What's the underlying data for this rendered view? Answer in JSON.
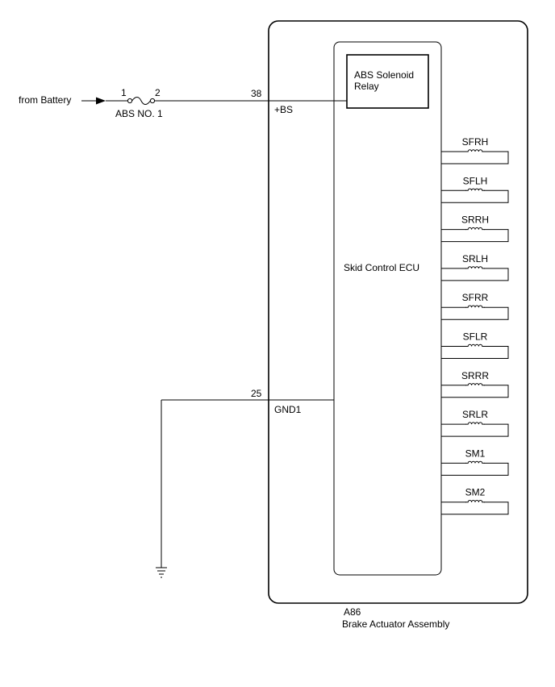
{
  "battery": {
    "label": "from Battery"
  },
  "fuse": {
    "name": "ABS NO. 1",
    "pin_in": "1",
    "pin_out": "2"
  },
  "assembly": {
    "connector": "A86",
    "name": "Brake Actuator Assembly"
  },
  "ecu": {
    "name": "Skid Control ECU"
  },
  "relay": {
    "line1": "ABS Solenoid",
    "line2": "Relay"
  },
  "terminals": {
    "bs": {
      "pin": "38",
      "name": "+BS"
    },
    "gnd": {
      "pin": "25",
      "name": "GND1"
    }
  },
  "solenoids": [
    "SFRH",
    "SFLH",
    "SRRH",
    "SRLH",
    "SFRR",
    "SFLR",
    "SRRR",
    "SRLR",
    "SM1",
    "SM2"
  ]
}
